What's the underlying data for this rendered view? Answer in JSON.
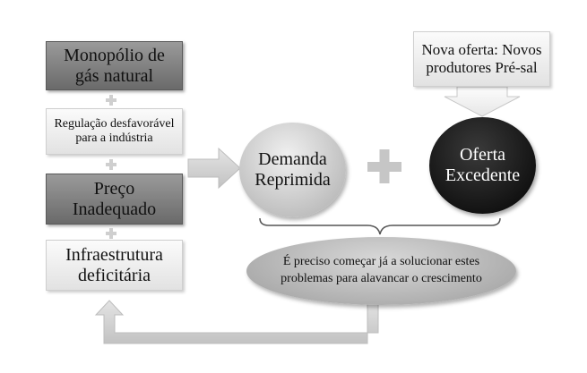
{
  "left_column": {
    "box1": "Monopólio de gás natural",
    "box2": "Regulação desfavorável para a indústria",
    "box3": "Preço Inadequado",
    "box4": "Infraestrutura deficitária"
  },
  "demand_circle": "Demanda Reprimida",
  "offer_circle": "Oferta Excedente",
  "new_offer_callout": "Nova oferta: Novos produtores Pré-sal",
  "conclusion_ellipse": "É preciso começar já a solucionar estes problemas para alavancar o crescimento"
}
